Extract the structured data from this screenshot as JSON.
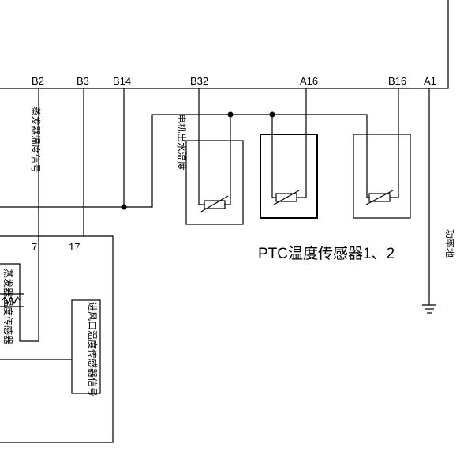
{
  "pins": {
    "b2": "B2",
    "b3": "B3",
    "b14": "B14",
    "b32": "B32",
    "a16": "A16",
    "b16": "B16",
    "a1": "A1",
    "p7": "7",
    "p17": "17"
  },
  "labels": {
    "evap_signal": "蒸发器温度信号",
    "motor_outlet_temp": "电机出水温度",
    "ptc_sensors": "PTC温度传感器1、2",
    "power_ground": "功率地",
    "evap_sensor": "蒸发器温度传感器",
    "inlet_sensor": "进风口温度传感器信号"
  },
  "colors": {
    "line": "#000000",
    "background": "#ffffff"
  }
}
